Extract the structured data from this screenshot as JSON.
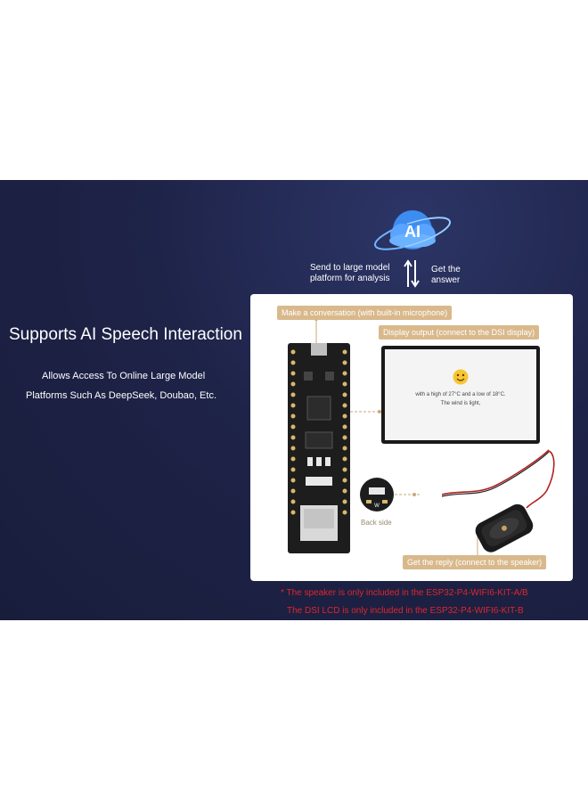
{
  "headline": "Supports AI Speech Interaction",
  "subtitle_lines": [
    "Allows Access To Online Large Model",
    "Platforms Such As DeepSeek, Doubao, Etc."
  ],
  "ai_logo_text": "AI",
  "flow": {
    "send_text": "Send to large model\nplatform for analysis",
    "get_text": "Get the\nanswer"
  },
  "panel": {
    "tag_conversation": "Make a conversation (with built-in microphone)",
    "tag_display": "Display output (connect to the DSI display)",
    "tag_reply": "Get the reply (connect to the speaker)",
    "lcd_line1": "with a high of 27°C and a low of 18°C.",
    "lcd_line2": "The wind is light,",
    "back_side_label": "Back side"
  },
  "notes": [
    "* The speaker is only included in the ESP32-P4-WIFI6-KIT-A/B",
    "The DSI LCD is only included in the ESP32-P4-WIFI6-KIT-B"
  ],
  "colors": {
    "banner_bg": "#1e2348",
    "tag_bg": "#d9b98c",
    "note_red": "#e0262a"
  }
}
